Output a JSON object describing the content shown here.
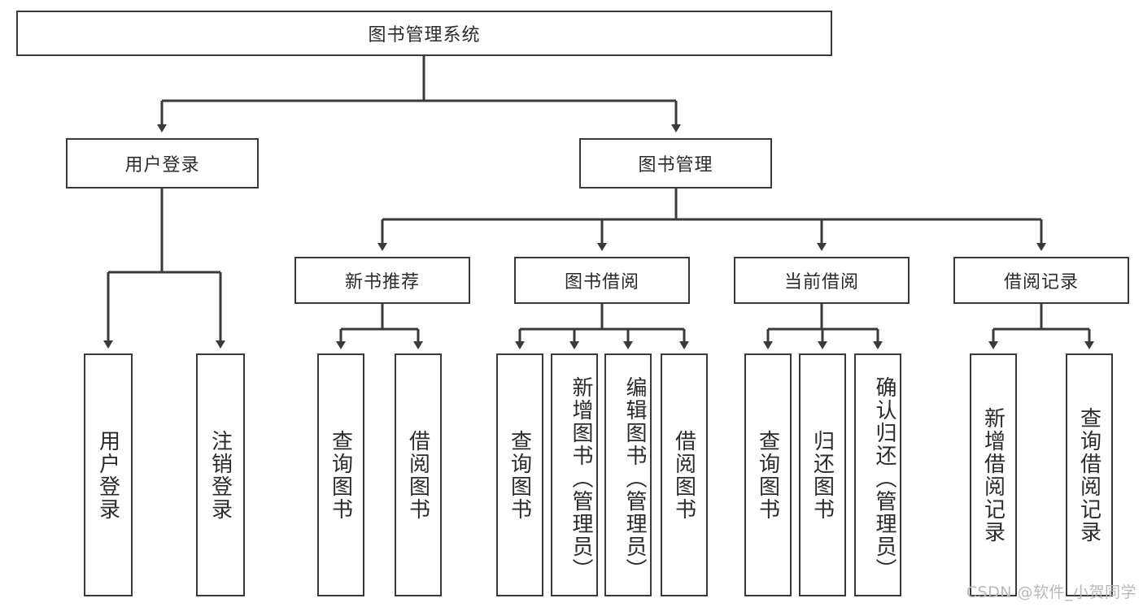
{
  "diagram": {
    "title": "图书管理系统",
    "type": "hierarchy-tree",
    "watermark": "CSDN @软件_小贺同学",
    "colors": {
      "node_border": "#3a3a3a",
      "node_fill": "#ffffff",
      "edge": "#3a3a3a",
      "text": "#2b2b2b",
      "watermark": "#b8b8b8",
      "background": "#ffffff"
    },
    "nodes": {
      "root": {
        "label": "图书管理系统",
        "level": 0,
        "orientation": "horizontal"
      },
      "user_login": {
        "label": "用户登录",
        "level": 1,
        "orientation": "horizontal"
      },
      "book_manage": {
        "label": "图书管理",
        "level": 1,
        "orientation": "horizontal"
      },
      "new_book_rec": {
        "label": "新书推荐",
        "level": 2,
        "orientation": "horizontal"
      },
      "book_borrow": {
        "label": "图书借阅",
        "level": 2,
        "orientation": "horizontal"
      },
      "current_borrow": {
        "label": "当前借阅",
        "level": 2,
        "orientation": "horizontal"
      },
      "borrow_record": {
        "label": "借阅记录",
        "level": 2,
        "orientation": "horizontal"
      },
      "leaf_user_login": {
        "label": "用户登录",
        "level": 3,
        "orientation": "vertical"
      },
      "leaf_logout": {
        "label": "注销登录",
        "level": 3,
        "orientation": "vertical"
      },
      "leaf_query_book_1": {
        "label": "查询图书",
        "level": 3,
        "orientation": "vertical"
      },
      "leaf_borrow_book_1": {
        "label": "借阅图书",
        "level": 3,
        "orientation": "vertical"
      },
      "leaf_query_book_2": {
        "label": "查询图书",
        "level": 3,
        "orientation": "vertical"
      },
      "leaf_add_book": {
        "label": "新增图书（管理员）",
        "level": 3,
        "orientation": "vertical"
      },
      "leaf_edit_book": {
        "label": "编辑图书（管理员）",
        "level": 3,
        "orientation": "vertical"
      },
      "leaf_borrow_book_2": {
        "label": "借阅图书",
        "level": 3,
        "orientation": "vertical"
      },
      "leaf_query_book_3": {
        "label": "查询图书",
        "level": 3,
        "orientation": "vertical"
      },
      "leaf_return_book": {
        "label": "归还图书",
        "level": 3,
        "orientation": "vertical"
      },
      "leaf_confirm_return": {
        "label": "确认归还（管理员）",
        "level": 3,
        "orientation": "vertical"
      },
      "leaf_add_record": {
        "label": "新增借阅记录",
        "level": 3,
        "orientation": "vertical"
      },
      "leaf_query_record": {
        "label": "查询借阅记录",
        "level": 3,
        "orientation": "vertical"
      }
    },
    "edges": [
      {
        "from": "root",
        "to": "user_login"
      },
      {
        "from": "root",
        "to": "book_manage"
      },
      {
        "from": "book_manage",
        "to": "new_book_rec"
      },
      {
        "from": "book_manage",
        "to": "book_borrow"
      },
      {
        "from": "book_manage",
        "to": "current_borrow"
      },
      {
        "from": "book_manage",
        "to": "borrow_record"
      },
      {
        "from": "user_login",
        "to": "leaf_user_login"
      },
      {
        "from": "user_login",
        "to": "leaf_logout"
      },
      {
        "from": "new_book_rec",
        "to": "leaf_query_book_1"
      },
      {
        "from": "new_book_rec",
        "to": "leaf_borrow_book_1"
      },
      {
        "from": "book_borrow",
        "to": "leaf_query_book_2"
      },
      {
        "from": "book_borrow",
        "to": "leaf_add_book"
      },
      {
        "from": "book_borrow",
        "to": "leaf_edit_book"
      },
      {
        "from": "book_borrow",
        "to": "leaf_borrow_book_2"
      },
      {
        "from": "current_borrow",
        "to": "leaf_query_book_3"
      },
      {
        "from": "current_borrow",
        "to": "leaf_return_book"
      },
      {
        "from": "current_borrow",
        "to": "leaf_confirm_return"
      },
      {
        "from": "borrow_record",
        "to": "leaf_add_record"
      },
      {
        "from": "borrow_record",
        "to": "leaf_query_record"
      }
    ]
  }
}
